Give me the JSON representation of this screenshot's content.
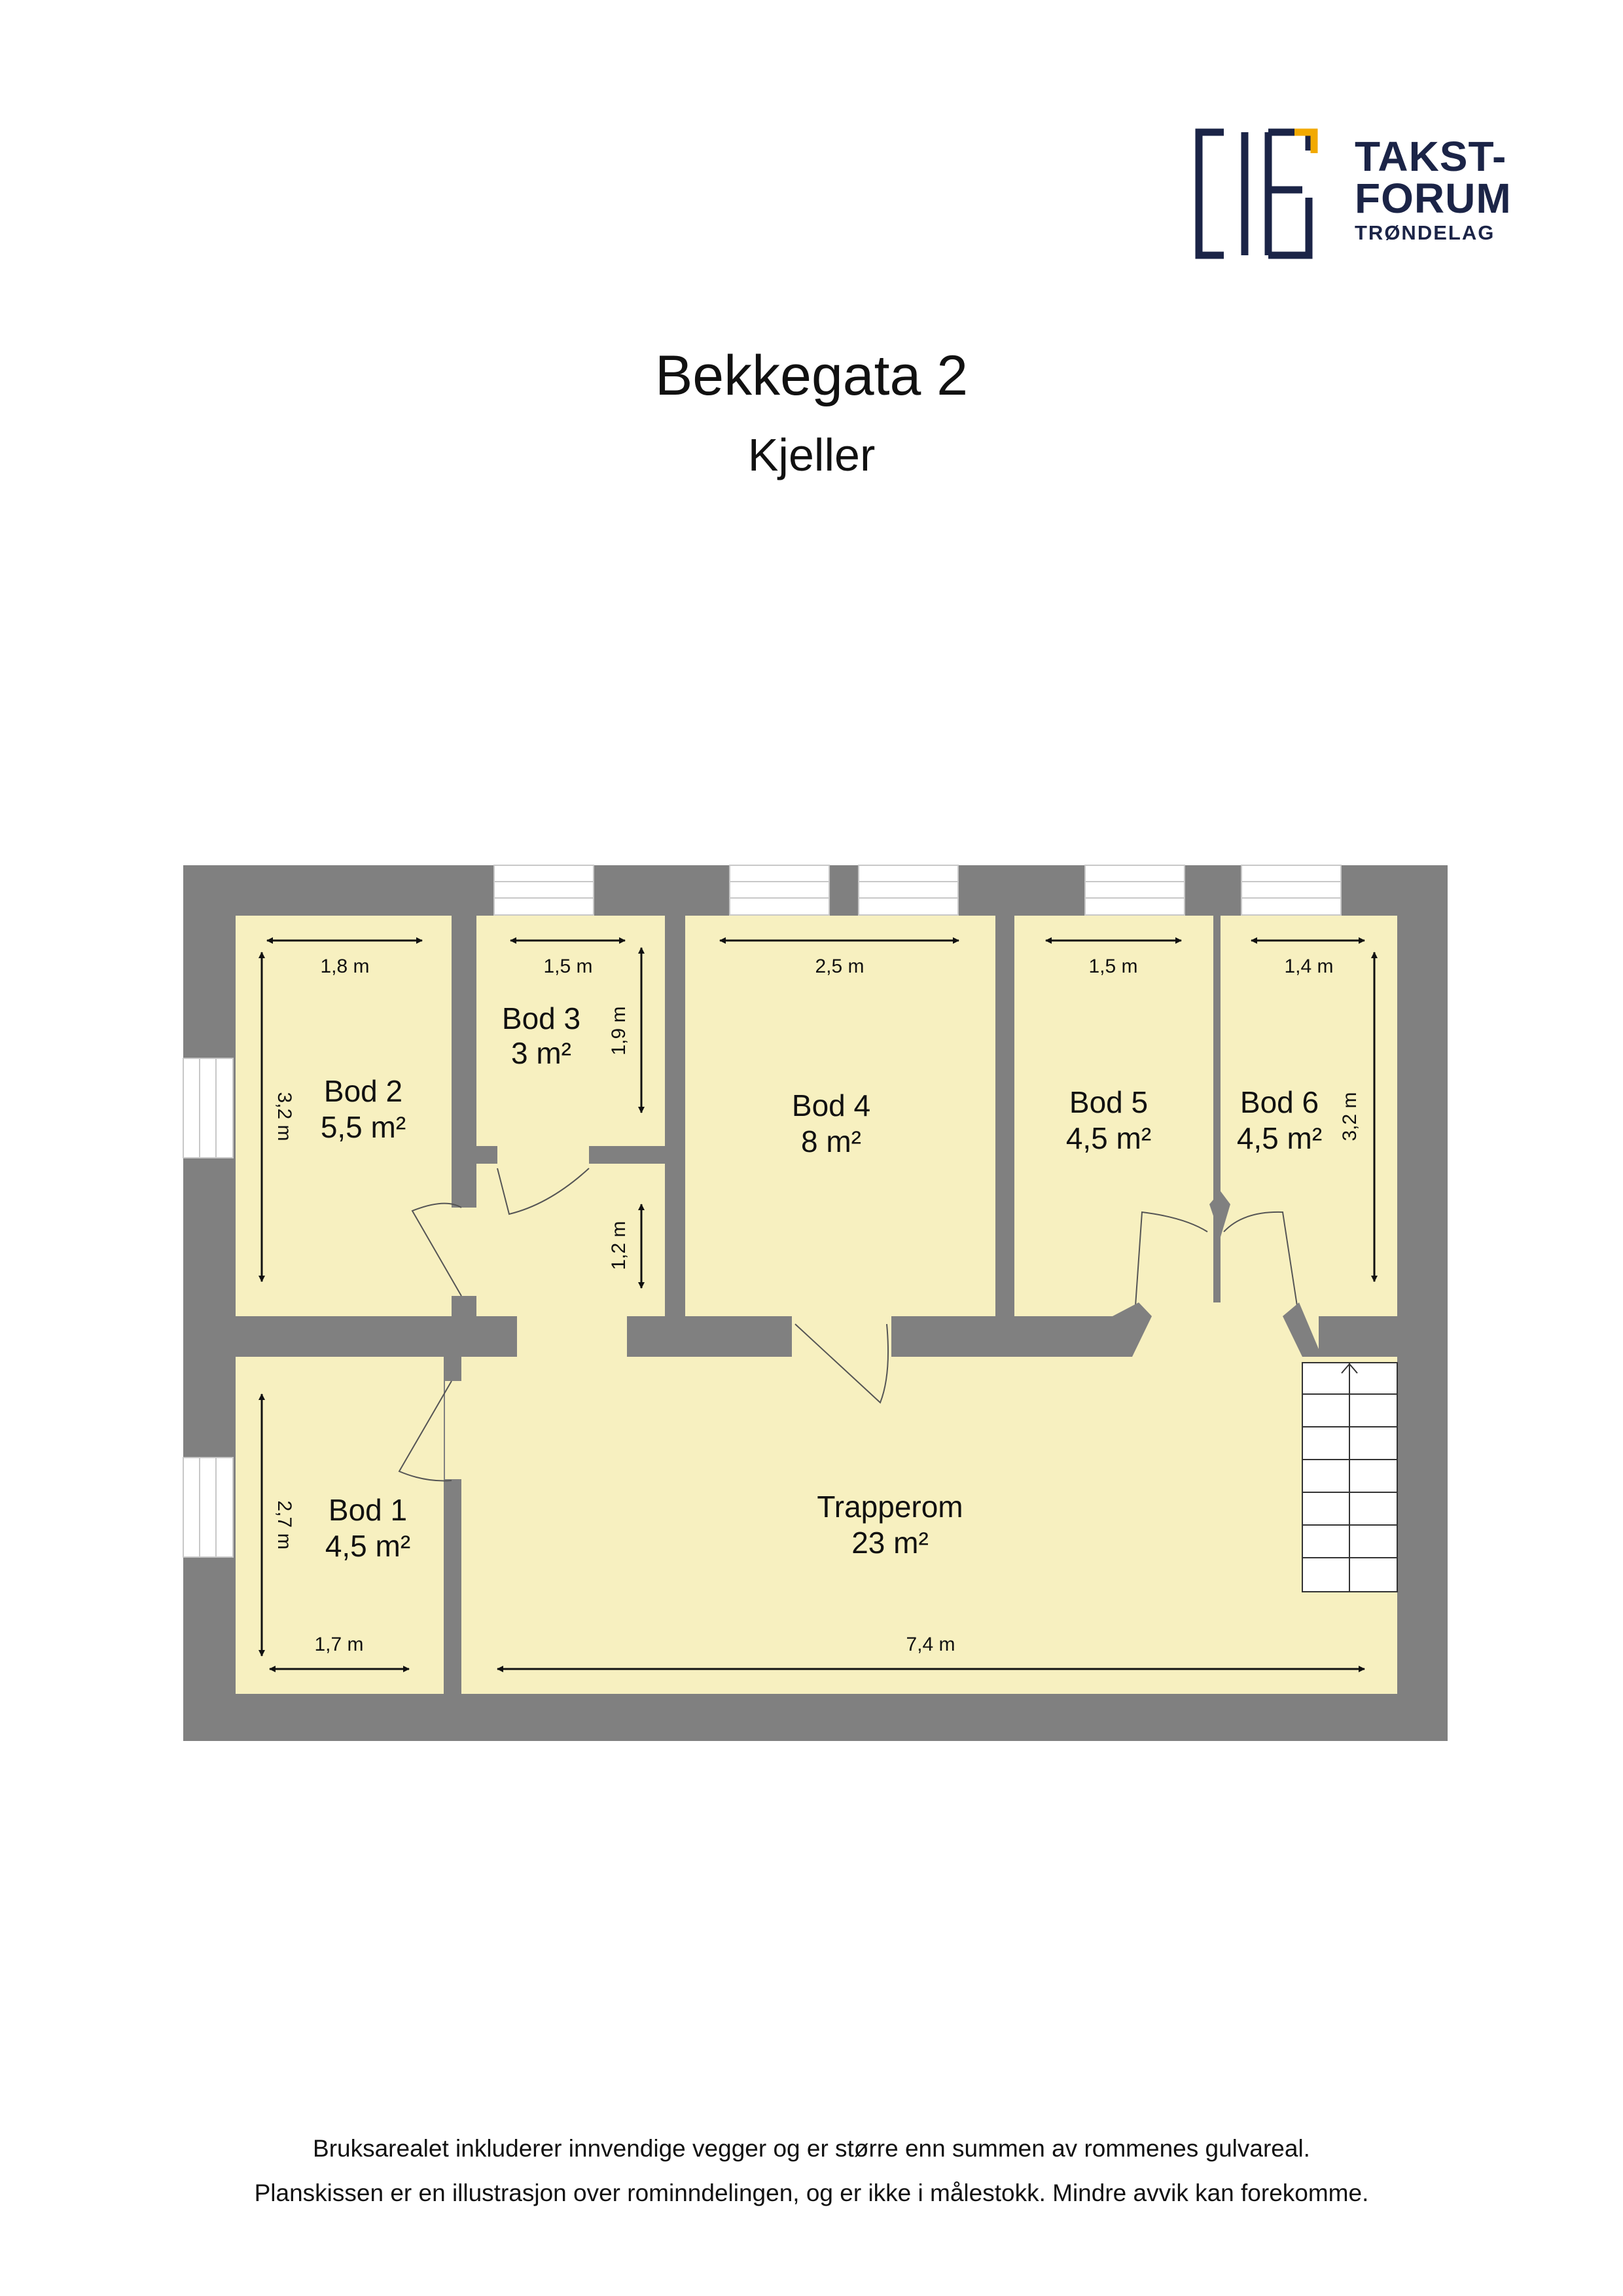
{
  "logo": {
    "line1": "TAKST-",
    "line2": "FORUM",
    "line3": "TRØNDELAG",
    "navy": "#1b2447",
    "accent": "#f2a900"
  },
  "title": "Bekkegata 2",
  "subtitle": "Kjeller",
  "colors": {
    "wall": "#808080",
    "floor": "#f7f0c0",
    "window": "#ffffff"
  },
  "rooms": {
    "bod1": {
      "name": "Bod 1",
      "area": "4,5 m²"
    },
    "bod2": {
      "name": "Bod 2",
      "area": "5,5 m²"
    },
    "bod3": {
      "name": "Bod 3",
      "area": "3 m²"
    },
    "bod4": {
      "name": "Bod 4",
      "area": "8 m²"
    },
    "bod5": {
      "name": "Bod 5",
      "area": "4,5 m²"
    },
    "bod6": {
      "name": "Bod 6",
      "area": "4,5 m²"
    },
    "trapperom": {
      "name": "Trapperom",
      "area": "23 m²"
    }
  },
  "dimensions": {
    "bod2_w": "1,8 m",
    "bod2_h": "3,2 m",
    "bod3_w": "1,5 m",
    "bod3_h": "1,9 m",
    "hall_h": "1,2 m",
    "bod4_w": "2,5 m",
    "bod5_w": "1,5 m",
    "bod6_w": "1,4 m",
    "bod6_h": "3,2 m",
    "bod1_w": "1,7 m",
    "bod1_h": "2,7 m",
    "trapperom_w": "7,4 m"
  },
  "notes": {
    "line1": "Bruksarealet inkluderer innvendige vegger og er større enn summen av rommenes gulvareal.",
    "line2": "Planskissen er en illustrasjon over rominndelingen, og er ikke i målestokk. Mindre avvik kan forekomme."
  }
}
